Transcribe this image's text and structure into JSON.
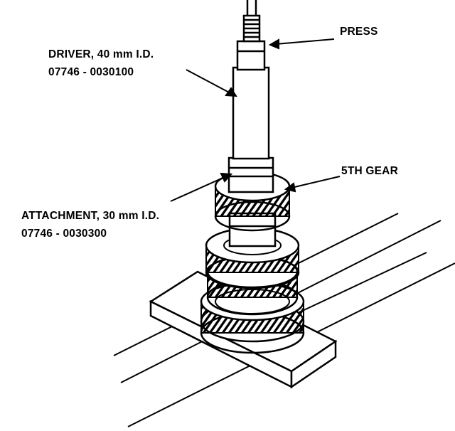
{
  "labels": {
    "press": "PRESS",
    "driver_name": "DRIVER, 40 mm I.D.",
    "driver_part": "07746 - 0030100",
    "fifth_gear": "5TH GEAR",
    "attachment_name": "ATTACHMENT, 30 mm I.D.",
    "attachment_part": "07746 - 0030300"
  },
  "colors": {
    "ink": "#000000",
    "paper": "#ffffff"
  }
}
